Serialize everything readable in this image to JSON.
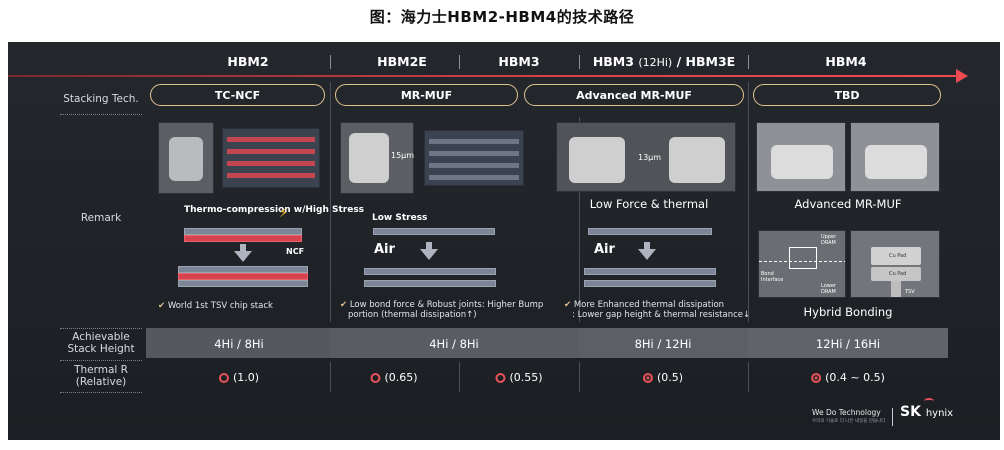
{
  "figure_title": "图：海力士HBM2-HBM4的技术路径",
  "generations": {
    "hbm2": "HBM2",
    "hbm2e": "HBM2E",
    "hbm3": "HBM3",
    "hbm3_12hi_main": "HBM3",
    "hbm3_12hi_small": "(12Hi)",
    "hbm3_12hi_tail": "/ HBM3E",
    "hbm4": "HBM4"
  },
  "row_labels": {
    "stacking": "Stacking Tech.",
    "remark": "Remark",
    "achievable": "Achievable Stack Height",
    "thermal": "Thermal R (Relative)"
  },
  "stacking_tech": {
    "tc_ncf": "TC-NCF",
    "mr_muf": "MR-MUF",
    "adv_mr_muf": "Advanced MR-MUF",
    "tbd": "TBD"
  },
  "remark": {
    "hbm2_sub": "Thermo-compression w/High Stress",
    "ncf_label": "NCF",
    "hbm2_note": "World 1st TSV chip stack",
    "hbm2e_sub": "Low Stress",
    "air": "Air",
    "gap_15": "15μm",
    "hbm2e_note_1": "Low bond force & Robust joints: Higher Bump",
    "hbm2e_note_2": "portion (thermal dissipation↑)",
    "gap_13": "13μm",
    "hbm3e_caption": "Low Force & thermal",
    "hbm3e_note_1": "More Enhanced thermal dissipation",
    "hbm3e_note_2": ": Lower gap height & thermal resistance↓",
    "hbm4_caption_top": "Advanced MR-MUF",
    "hbm4_caption_bottom": "Hybrid Bonding",
    "upper_dram": "Upper DRAM",
    "lower_dram": "Lower DRAM",
    "bond_interface": "Bond Interface",
    "cu_pad_1": "Cu Pad",
    "cu_pad_2": "Cu Pad",
    "tsv": "TSV"
  },
  "stack_height": {
    "hbm2": "4Hi / 8Hi",
    "hbm2e_hbm3": "4Hi / 8Hi",
    "hbm3e": "8Hi / 12Hi",
    "hbm4": "12Hi / 16Hi"
  },
  "thermal_r": {
    "hbm2": "(1.0)",
    "hbm2e": "(0.65)",
    "hbm3": "(0.55)",
    "hbm3e": "(0.5)",
    "hbm4": "(0.4 ~ 0.5)"
  },
  "footer": {
    "tagline": "We Do Technology",
    "tagline_small": "우리의 기술로 더 나은 내일을 만듭니다",
    "brand_sk": "SK",
    "brand_hynix": "hynix"
  },
  "colors": {
    "accent_red": "#ef4a52",
    "pill_border": "#e0c392",
    "panel_bg": "#22252a",
    "band_bg": "#55595f"
  }
}
